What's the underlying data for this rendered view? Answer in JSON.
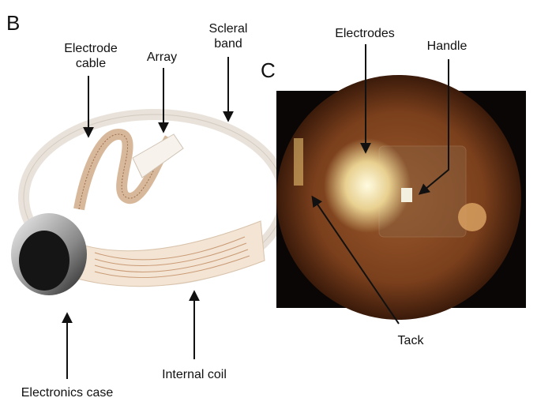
{
  "panel_b": {
    "letter": "B",
    "labels": {
      "electrode_cable": "Electrode cable",
      "array": "Array",
      "scleral_band": "Scleral band",
      "internal_coil": "Internal coil",
      "electronics_case": "Electronics case"
    }
  },
  "panel_c": {
    "letter": "C",
    "labels": {
      "electrodes": "Electrodes",
      "handle": "Handle",
      "tack": "Tack"
    }
  }
}
